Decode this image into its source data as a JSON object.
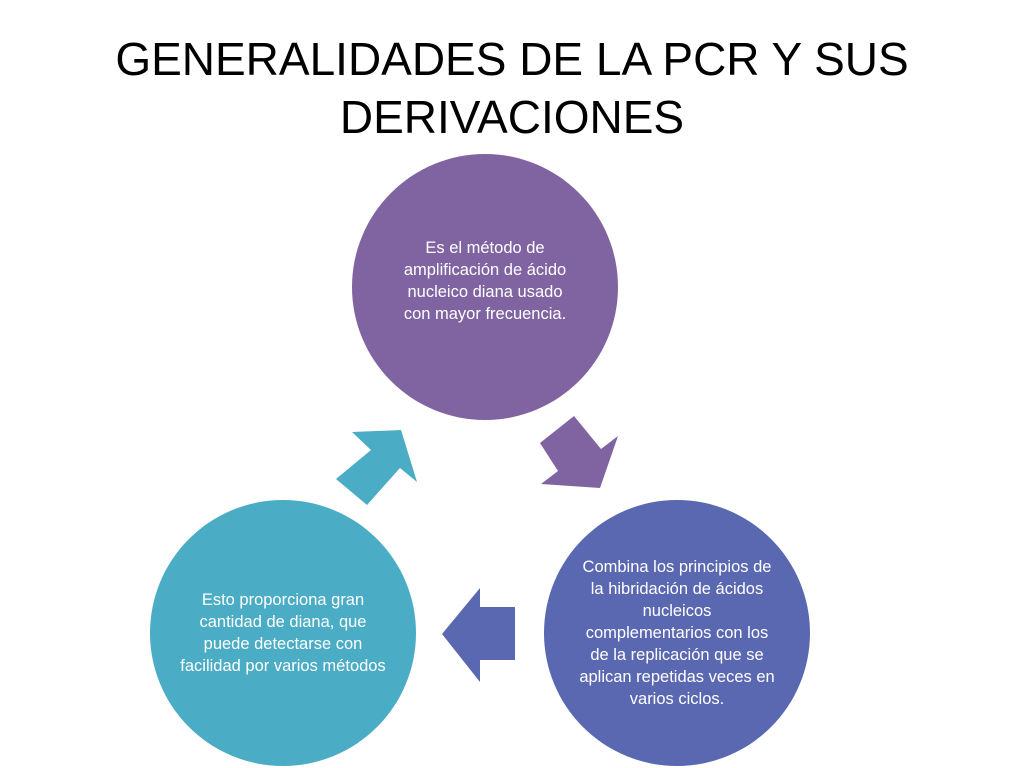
{
  "slide": {
    "title": "GENERALIDADES DE LA PCR Y SUS\nDERIVACIONES"
  },
  "cycle": {
    "nodes": [
      {
        "text": "Es el método de amplificación de ácido nucleico diana usado con mayor frecuencia.",
        "color": "#8064a2"
      },
      {
        "text": "Combina los principios de la hibridación de ácidos nucleicos complementarios con los de la replicación que se aplican repetidas veces en varios ciclos.",
        "color": "#5a68b2"
      },
      {
        "text": "Esto proporciona gran cantidad de diana, que puede detectarse con facilidad por varios métodos",
        "color": "#4bacc6"
      }
    ],
    "arrows": [
      {
        "color": "#8064a2"
      },
      {
        "color": "#5a68b2"
      },
      {
        "color": "#4bacc6"
      }
    ]
  }
}
